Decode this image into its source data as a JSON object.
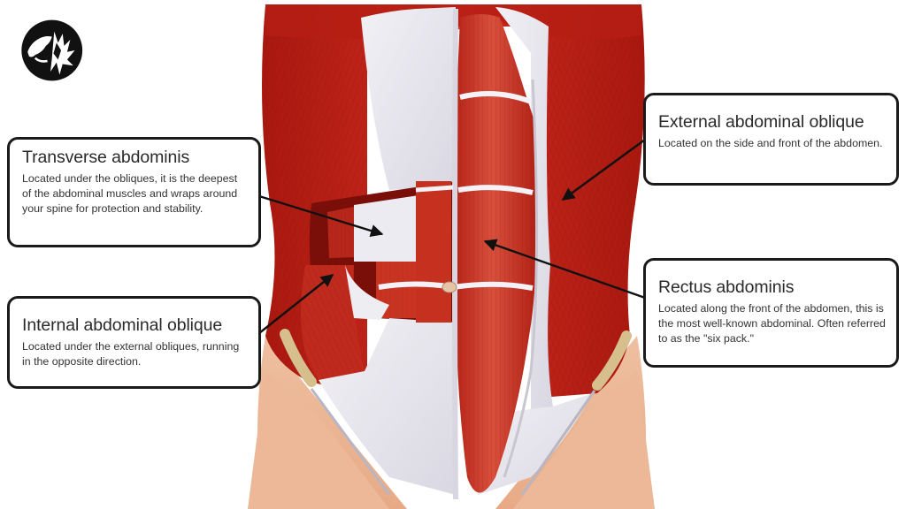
{
  "diagram": {
    "subject": "Abdominal muscles",
    "colors": {
      "background": "#ffffff",
      "muscle": "#c0221c",
      "muscle_dark": "#8e1410",
      "muscle_light": "#d9503f",
      "fascia": "#e6e4ec",
      "skin": "#e8b08c",
      "ligament": "#d8c08a",
      "box_border": "#1a1a1a",
      "arrow": "#111111"
    },
    "logo": {
      "icon": "lion-head-icon"
    },
    "callouts": [
      {
        "id": "transverse",
        "title": "Transverse abdominis",
        "body": "Located under the obliques, it is the deepest of the abdominal muscles and wraps around your spine for protection and stability.",
        "side": "left"
      },
      {
        "id": "internal",
        "title": "Internal abdominal oblique",
        "body": "Located under the external obliques, running in the opposite direction.",
        "side": "left"
      },
      {
        "id": "external",
        "title": "External abdominal oblique",
        "body": "Located on the side and front of the abdomen.",
        "side": "right"
      },
      {
        "id": "rectus",
        "title": "Rectus abdominis",
        "body": "Located along the front of the abdomen, this is the most well-known abdominal. Often referred to as the \"six pack.\"",
        "side": "right"
      }
    ]
  }
}
